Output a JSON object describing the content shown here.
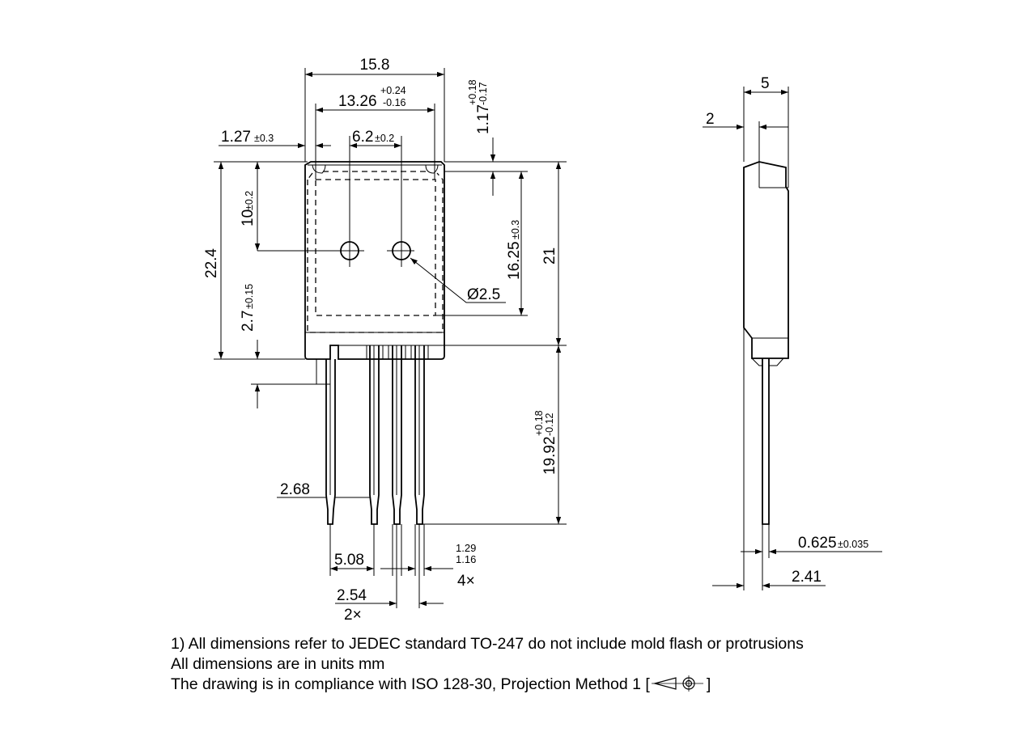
{
  "dimensions": {
    "width_total": "15.8",
    "width_inner": "13.26",
    "width_inner_tol_plus": "+0.24",
    "width_inner_tol_minus": "-0.16",
    "offset_127": "1.27",
    "offset_127_tol": "±0.3",
    "hole_spacing": "6.2",
    "hole_spacing_tol": "±0.2",
    "top_117": "1.17",
    "top_117_tol_plus": "+0.18",
    "top_117_tol_minus": "-0.17",
    "hole_height": "10",
    "hole_height_tol": "±0.2",
    "body_height_224": "22.4",
    "foot_27": "2.7",
    "foot_27_tol": "±0.15",
    "pad_1625": "16.25",
    "pad_1625_tol": "±0.3",
    "body_height_21": "21",
    "hole_dia": "Ø2.5",
    "lead_len": "19.92",
    "lead_len_tol_plus": "+0.18",
    "lead_len_tol_minus": "-0.12",
    "lead_268": "2.68",
    "pitch_508": "5.08",
    "lead_w_max": "1.29",
    "lead_w_min": "1.16",
    "lead_w_count": "4×",
    "pitch_254": "2.54",
    "pitch_254_count": "2×",
    "side_5": "5",
    "side_2": "2",
    "lead_t": "0.625",
    "lead_t_tol": "±0.035",
    "side_241": "2.41"
  },
  "notes": {
    "line1": "1) All dimensions refer to JEDEC standard TO-247 do not include mold flash or protrusions",
    "line2": "All dimensions are in units mm",
    "line3_prefix": "The drawing is in compliance with ISO 128-30, Projection Method 1 [",
    "line3_suffix": "]",
    "projection_icon": "first-angle-projection-icon"
  }
}
